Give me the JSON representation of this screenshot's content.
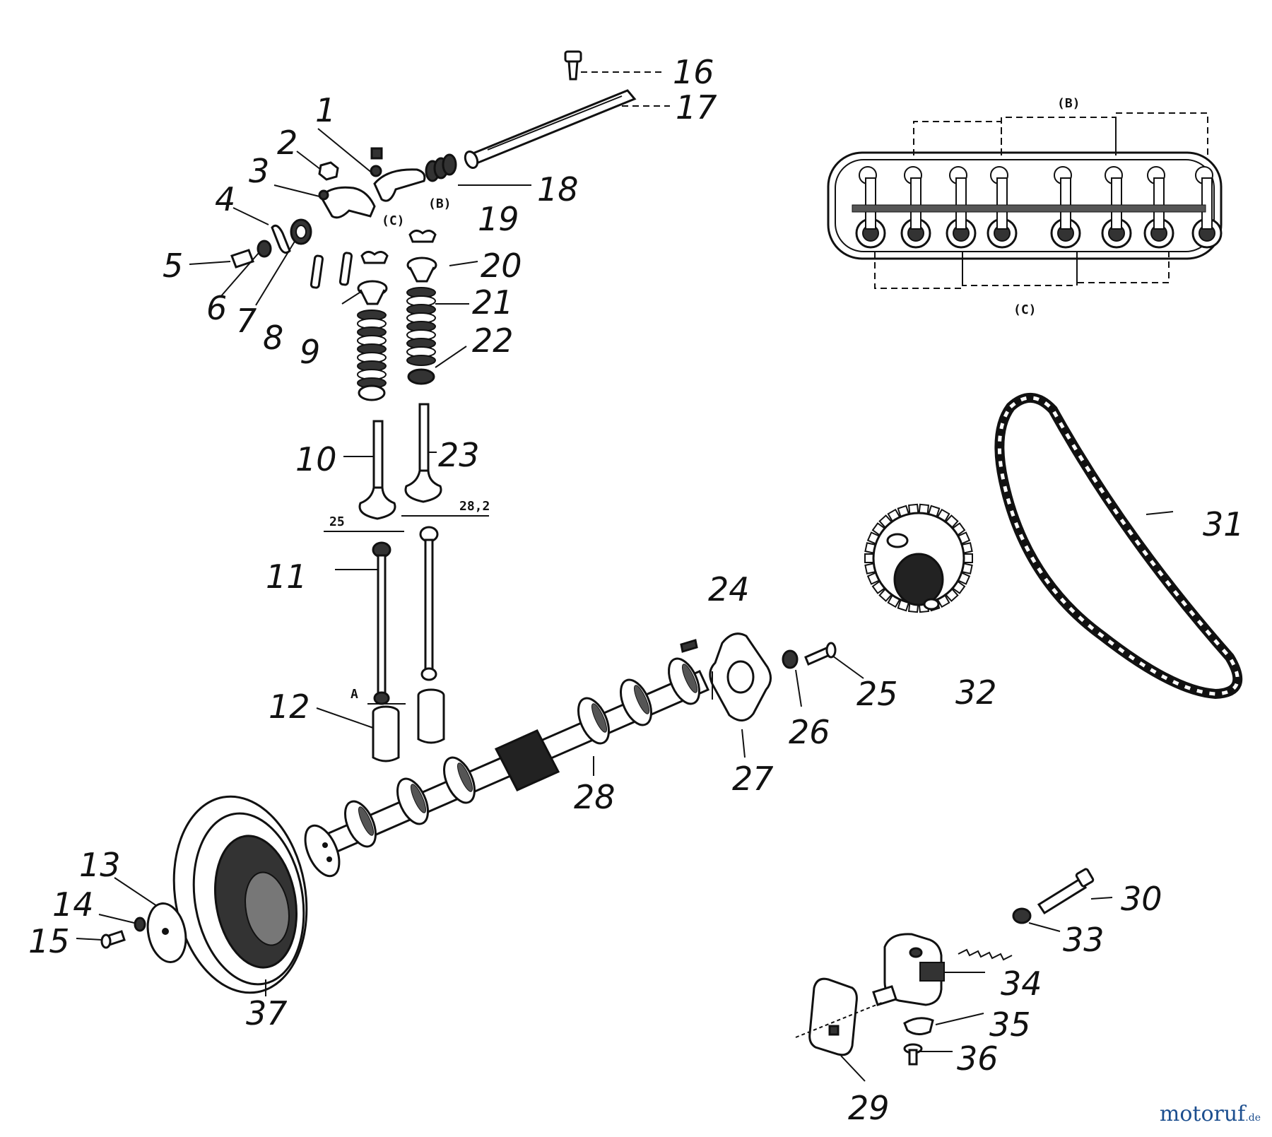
{
  "labels": [
    {
      "id": "1",
      "text": "1"
    },
    {
      "id": "2",
      "text": "2"
    },
    {
      "id": "3",
      "text": "3"
    },
    {
      "id": "4",
      "text": "4"
    },
    {
      "id": "5",
      "text": "5"
    },
    {
      "id": "6",
      "text": "6"
    },
    {
      "id": "7",
      "text": "7"
    },
    {
      "id": "8",
      "text": "8"
    },
    {
      "id": "9",
      "text": "9"
    },
    {
      "id": "10",
      "text": "10"
    },
    {
      "id": "11",
      "text": "11"
    },
    {
      "id": "12",
      "text": "12"
    },
    {
      "id": "13",
      "text": "13"
    },
    {
      "id": "14",
      "text": "14"
    },
    {
      "id": "15",
      "text": "15"
    },
    {
      "id": "16",
      "text": "16"
    },
    {
      "id": "17",
      "text": "17"
    },
    {
      "id": "18",
      "text": "18"
    },
    {
      "id": "19",
      "text": "19"
    },
    {
      "id": "20",
      "text": "20"
    },
    {
      "id": "21",
      "text": "21"
    },
    {
      "id": "22",
      "text": "22"
    },
    {
      "id": "23",
      "text": "23"
    },
    {
      "id": "24",
      "text": "24"
    },
    {
      "id": "25",
      "text": "25"
    },
    {
      "id": "26",
      "text": "26"
    },
    {
      "id": "27",
      "text": "27"
    },
    {
      "id": "28",
      "text": "28"
    },
    {
      "id": "29",
      "text": "29"
    },
    {
      "id": "30",
      "text": "30"
    },
    {
      "id": "31",
      "text": "31"
    },
    {
      "id": "32",
      "text": "32"
    },
    {
      "id": "33",
      "text": "33"
    },
    {
      "id": "34",
      "text": "34"
    },
    {
      "id": "35",
      "text": "35"
    },
    {
      "id": "36",
      "text": "36"
    },
    {
      "id": "37",
      "text": "37"
    }
  ],
  "callouts": {
    "b_top": "(B)",
    "c_bottom": "(C)",
    "b_rocker": "(B)",
    "c_rocker": "(C)",
    "dim_25": "25",
    "dim_282": "28,2",
    "dim_a": "A"
  },
  "watermark": {
    "brand": "motoruf",
    "tld": ".de"
  },
  "colors": {
    "ink": "#111111",
    "watermark": "#1d4f8f"
  }
}
